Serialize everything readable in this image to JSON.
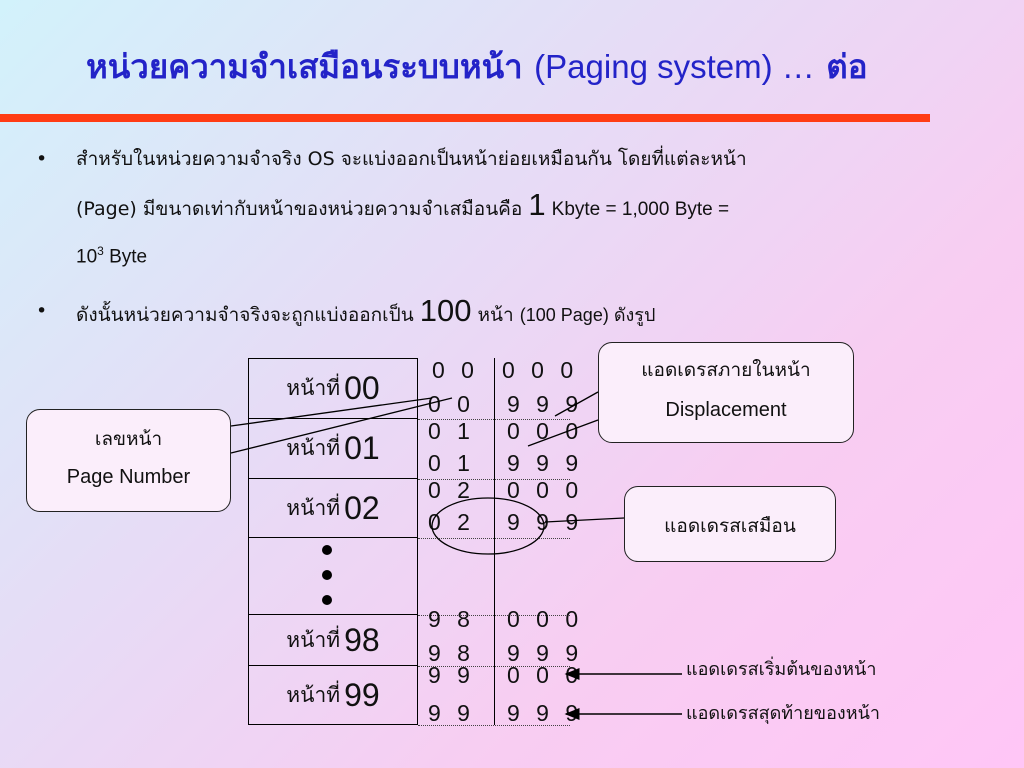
{
  "title": {
    "thai": "หน่วยความจำเสมือนระบบหน้า",
    "en": "(Paging system) …",
    "tail": "ต่อ"
  },
  "bullets": [
    {
      "line1": "สำหรับในหน่วยความจำจริง OS จะแบ่งออกเป็นหน้าย่อยเหมือนกัน โดยที่แต่ละหน้า",
      "line2_a": "(Page) มีขนาดเท่ากับหน้าของหน่วยความจำเสมือนคือ",
      "line2_big": "1",
      "line2_b": "Kbyte = 1,000 Byte =",
      "line3_base": "10",
      "line3_exp": "3",
      "line3_unit": "Byte"
    },
    {
      "a": "ดังนั้นหน่วยความจำจริงจะถูกแบ่งออกเป็น",
      "big": "100",
      "b": "หน้า",
      "c": "(100 Page) ดังรูป"
    }
  ],
  "bullet_char": "•",
  "pages": [
    {
      "label": "หน้าที่",
      "num": "00",
      "start_page": "0 0",
      "start_disp": "0 0 0",
      "end_page": "0 0",
      "end_disp": "9 9 9"
    },
    {
      "label": "หน้าที่",
      "num": "01",
      "start_page": "0 1",
      "start_disp": "0 0 0",
      "end_page": "0 1",
      "end_disp": "9 9 9"
    },
    {
      "label": "หน้าที่",
      "num": "02",
      "start_page": "0 2",
      "start_disp": "0 0 0",
      "end_page": "0 2",
      "end_disp": "9 9 9"
    },
    {
      "label": "หน้าที่",
      "num": "98",
      "start_page": "9 8",
      "start_disp": "0 0 0",
      "end_page": "9 8",
      "end_disp": "9 9 9"
    },
    {
      "label": "หน้าที่",
      "num": "99",
      "start_page": "9 9",
      "start_disp": "0 0 0",
      "end_page": "9 9",
      "end_disp": "9 9 9"
    }
  ],
  "callouts": {
    "page_number": {
      "thai": "เลขหน้า",
      "en": "Page Number"
    },
    "displacement": {
      "thai": "แอดเดรสภายในหน้า",
      "en": "Displacement"
    },
    "virtual_address": {
      "thai": "แอดเดรสเสมือน"
    },
    "page_start": "แอดเดรสเริ่มต้นของหน้า",
    "page_end": "แอดเดรสสุดท้ายของหน้า"
  },
  "colors": {
    "title": "#2323c8",
    "rule": "#ff3c14"
  }
}
